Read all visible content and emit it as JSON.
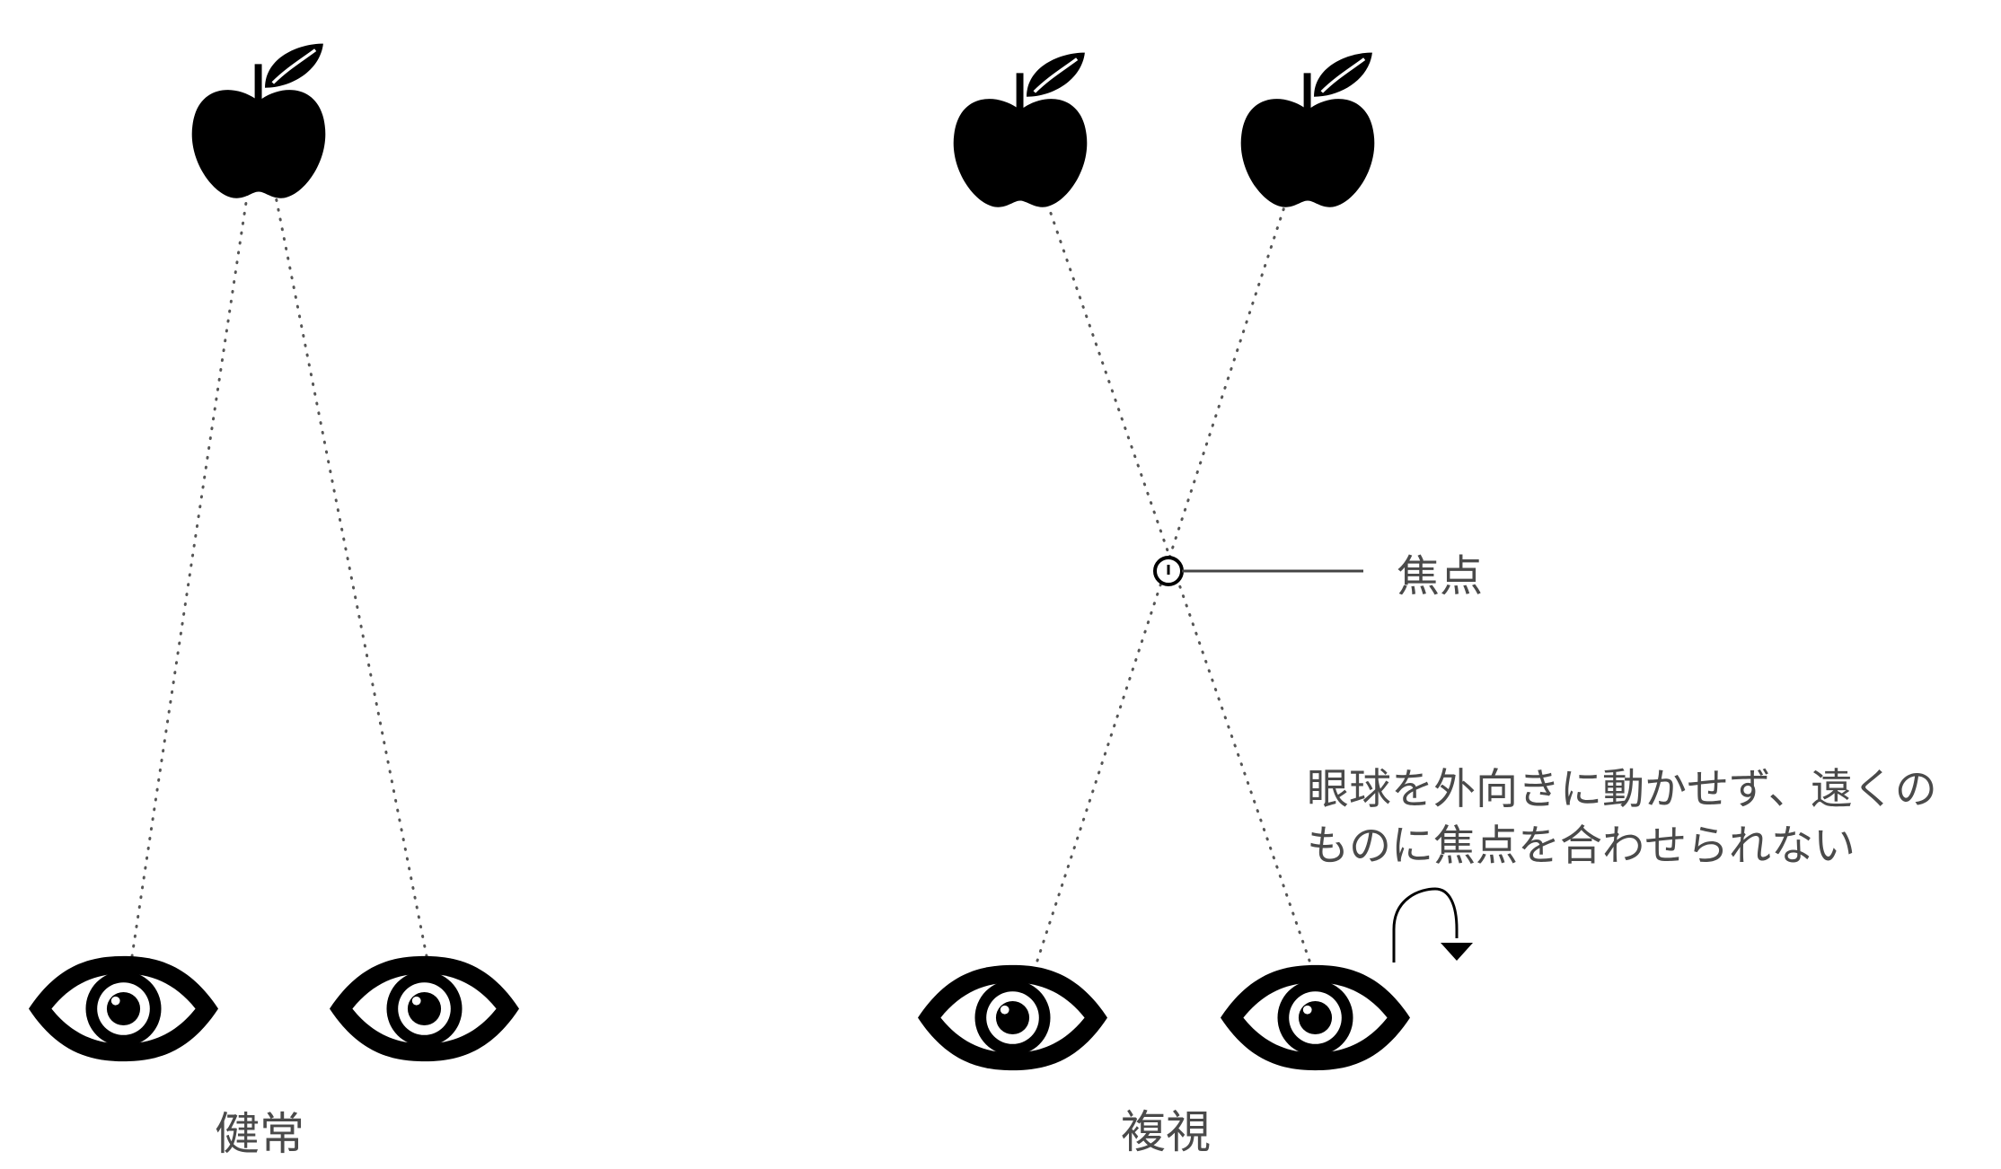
{
  "panels": {
    "normal": {
      "caption": "健常"
    },
    "double_vision": {
      "caption": "複視"
    }
  },
  "annotations": {
    "focus_point": "焦点",
    "eye_note_line1": "眼球を外向きに動かせず、遠くの",
    "eye_note_line2": "ものに焦点を合わせられない"
  },
  "icons": {
    "object": "apple-icon",
    "viewer": "eye-icon",
    "rotation": "rotate-arrow-icon",
    "focus": "focus-point-icon"
  },
  "colors": {
    "icon_fill": "#000000",
    "label_text": "#4a4a4a",
    "sight_line": "#555555"
  }
}
